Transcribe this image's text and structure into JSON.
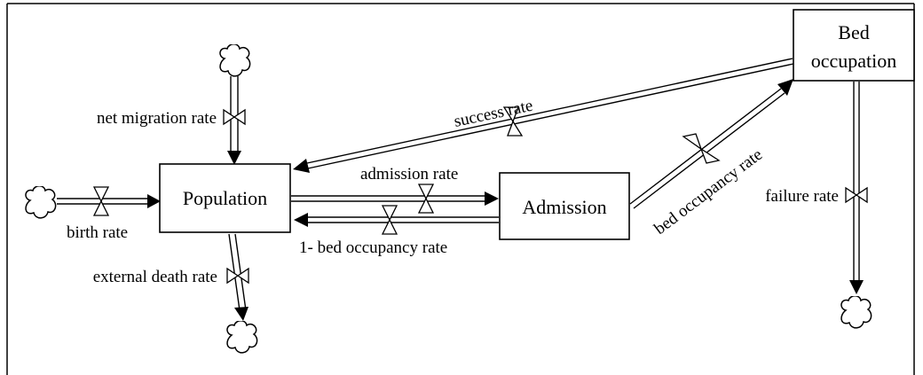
{
  "stocks": {
    "population": "Population",
    "admission": "Admission",
    "bed_occupation_line1": "Bed",
    "bed_occupation_line2": "occupation"
  },
  "flows": {
    "net_migration_rate": "net migration rate",
    "birth_rate": "birth rate",
    "external_death_rate": "external death rate",
    "success_rate": "success rate",
    "admission_rate": "admission rate",
    "one_minus_bed_occupancy_rate": "1- bed occupancy rate",
    "bed_occupancy_rate": "bed occupancy rate",
    "failure_rate": "failure rate"
  }
}
